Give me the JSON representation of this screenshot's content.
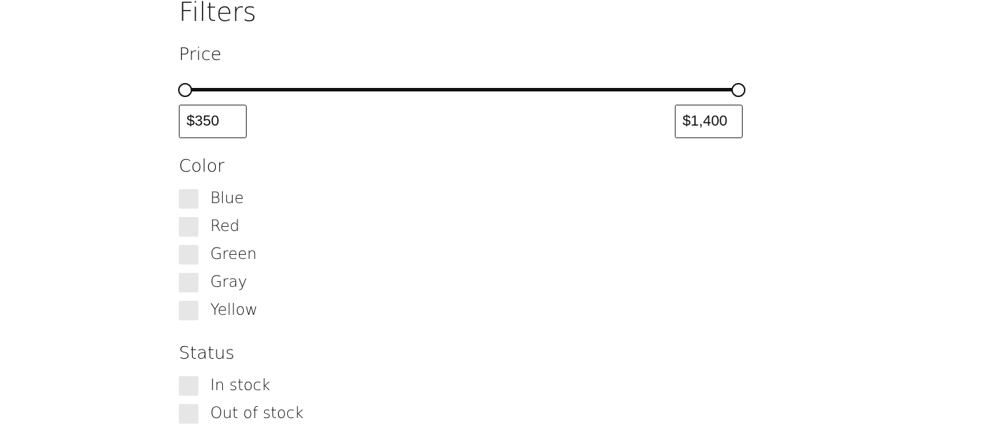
{
  "filters": {
    "title": "Filters",
    "price": {
      "label": "Price",
      "min_value": "$350",
      "max_value": "$1,400",
      "range_low_fraction": 0.0,
      "range_high_fraction": 1.0
    },
    "color": {
      "label": "Color",
      "options": [
        {
          "label": "Blue",
          "checked": false
        },
        {
          "label": "Red",
          "checked": false
        },
        {
          "label": "Green",
          "checked": false
        },
        {
          "label": "Gray",
          "checked": false
        },
        {
          "label": "Yellow",
          "checked": false
        }
      ]
    },
    "status": {
      "label": "Status",
      "options": [
        {
          "label": "In stock",
          "checked": false
        },
        {
          "label": "Out of stock",
          "checked": false
        }
      ]
    }
  },
  "colors": {
    "text": "#111111",
    "track": "#111111",
    "checkbox_fill": "#e6e6e6",
    "background": "#ffffff"
  }
}
